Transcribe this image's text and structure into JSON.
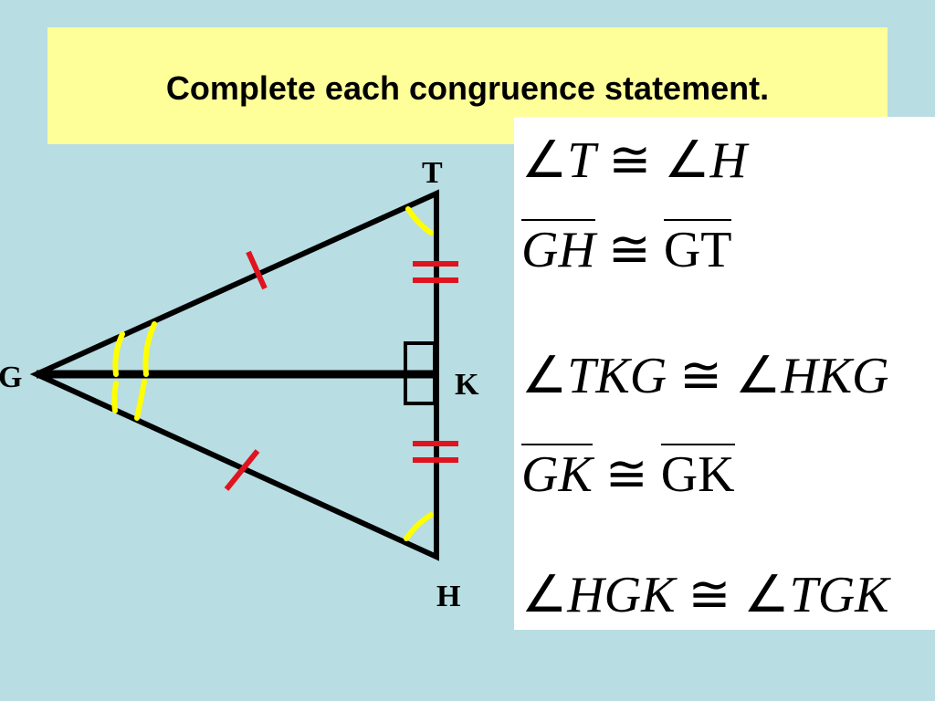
{
  "title": "Complete each congruence statement.",
  "vertices": {
    "T": "T",
    "G": "G",
    "K": "K",
    "H": "H"
  },
  "statements": [
    {
      "angle": "∠",
      "left": "T",
      "rel": "≅",
      "angle2": "∠",
      "right": "H"
    },
    {
      "left": "GH",
      "rel": "≅",
      "right": "GT"
    },
    {
      "angle": "∠",
      "left": "TKG",
      "rel": "≅",
      "angle2": "∠",
      "right": "HKG"
    },
    {
      "left": "GK",
      "rel": "≅",
      "right": "GK"
    },
    {
      "angle": "∠",
      "left": "HGK",
      "rel": "≅",
      "angle2": "∠",
      "right": "TGK"
    }
  ],
  "colors": {
    "background": "#b8dde2",
    "title_box": "#ffff99",
    "side_tick": "#e0141e",
    "angle_arc": "#ffff00",
    "line": "#000000"
  }
}
